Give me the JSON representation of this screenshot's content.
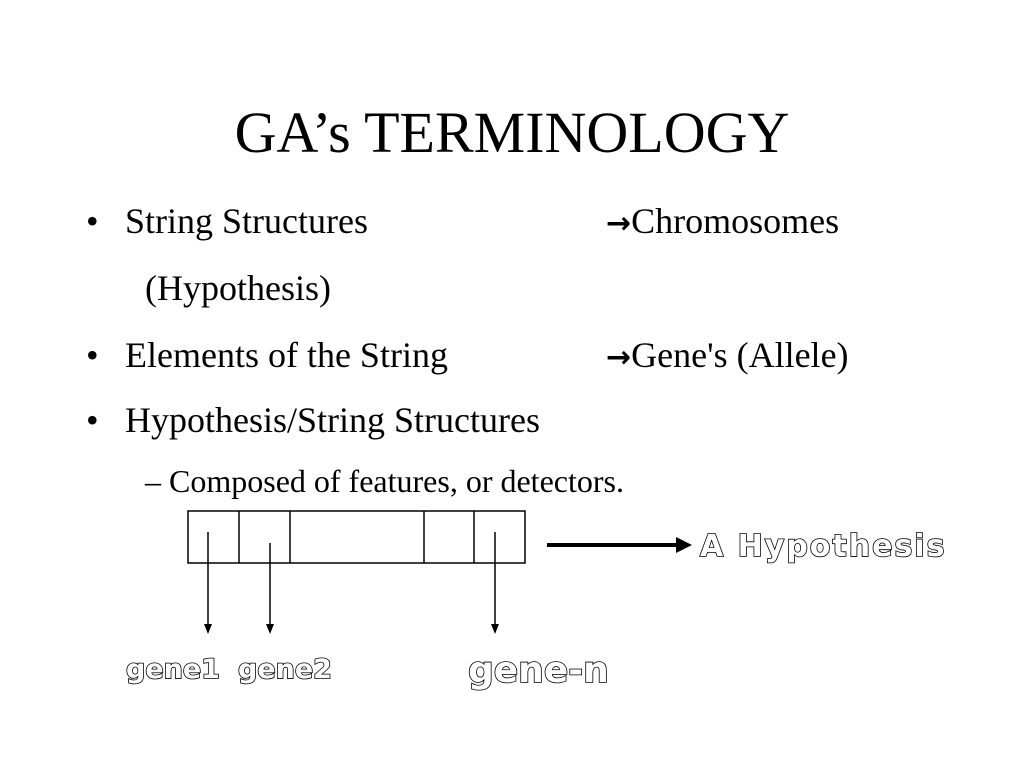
{
  "slide": {
    "title": "GA’s TERMINOLOGY",
    "bullets": [
      {
        "marker": "•",
        "term": "String Structures",
        "arrow": "→",
        "meaning": "Chromosomes",
        "continuation": "(Hypothesis)"
      },
      {
        "marker": "•",
        "term": "Elements of the String",
        "arrow": "→",
        "meaning": "Gene's (Allele)"
      },
      {
        "marker": "•",
        "term": "Hypothesis/String Structures"
      }
    ],
    "sub_bullet": {
      "marker": "–",
      "text": "Composed of  features, or detectors."
    }
  },
  "diagram": {
    "hypothesis_label": "A Hypothesis",
    "gene_labels": [
      "gene1",
      "gene2",
      "gene-n"
    ],
    "cell_count": 5
  }
}
